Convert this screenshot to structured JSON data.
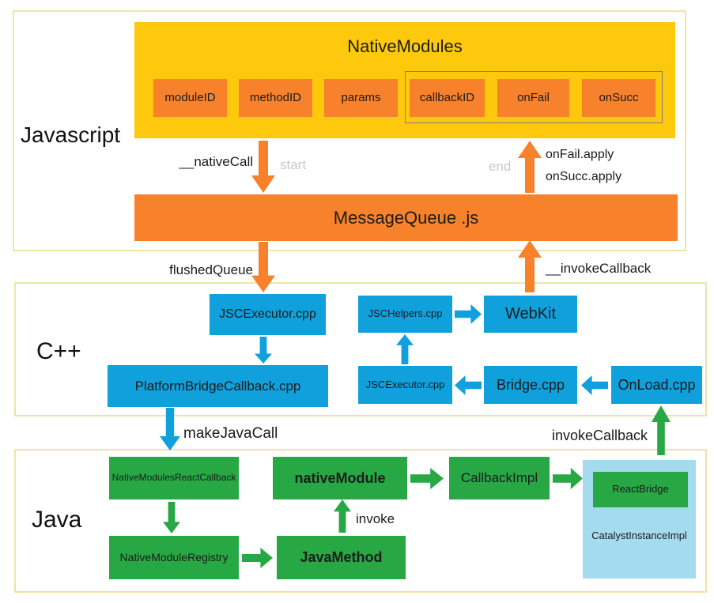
{
  "colors": {
    "yellow": "#FEC90D",
    "orange": "#F8812C",
    "blue": "#10A0DC",
    "green": "#27A844",
    "light_blue": "#A5DBEE",
    "section_border": "#EEE4A9",
    "muted_label": "#C8C8C8"
  },
  "sections": {
    "javascript": "Javascript",
    "cpp": "C++",
    "java": "Java"
  },
  "js": {
    "native_modules_title": "NativeModules",
    "module_id": "moduleID",
    "method_id": "methodID",
    "params": "params",
    "callback_id": "callbackID",
    "on_fail": "onFail",
    "on_succ": "onSucc",
    "native_call": "__nativeCall",
    "start": "start",
    "end": "end",
    "on_fail_apply": "onFail.apply",
    "on_succ_apply": "onSucc.apply",
    "message_queue": "MessageQueue .js"
  },
  "flows": {
    "flushed_queue": "flushedQueue",
    "invoke_callback_js": "__invokeCallback",
    "make_java_call": "makeJavaCall",
    "invoke_callback": "invokeCallback",
    "invoke": "invoke"
  },
  "cpp": {
    "jsc_executor_top": "JSCExecutor.cpp",
    "platform_bridge_callback": "PlatformBridgeCallback.cpp",
    "jsc_helpers": "JSCHelpers.cpp",
    "webkit": "WebKit",
    "jsc_executor_bottom": "JSCExecutor.cpp",
    "bridge": "Bridge.cpp",
    "onload": "OnLoad.cpp"
  },
  "java": {
    "native_modules_react_callback": "NativeModulesReactCallback",
    "native_module_registry": "NativeModuleRegistry",
    "native_module": "nativeModule",
    "java_method": "JavaMethod",
    "callback_impl": "CallbackImpl",
    "react_bridge": "ReactBridge",
    "catalyst_instance_impl": "CatalystInstanceImpl"
  }
}
